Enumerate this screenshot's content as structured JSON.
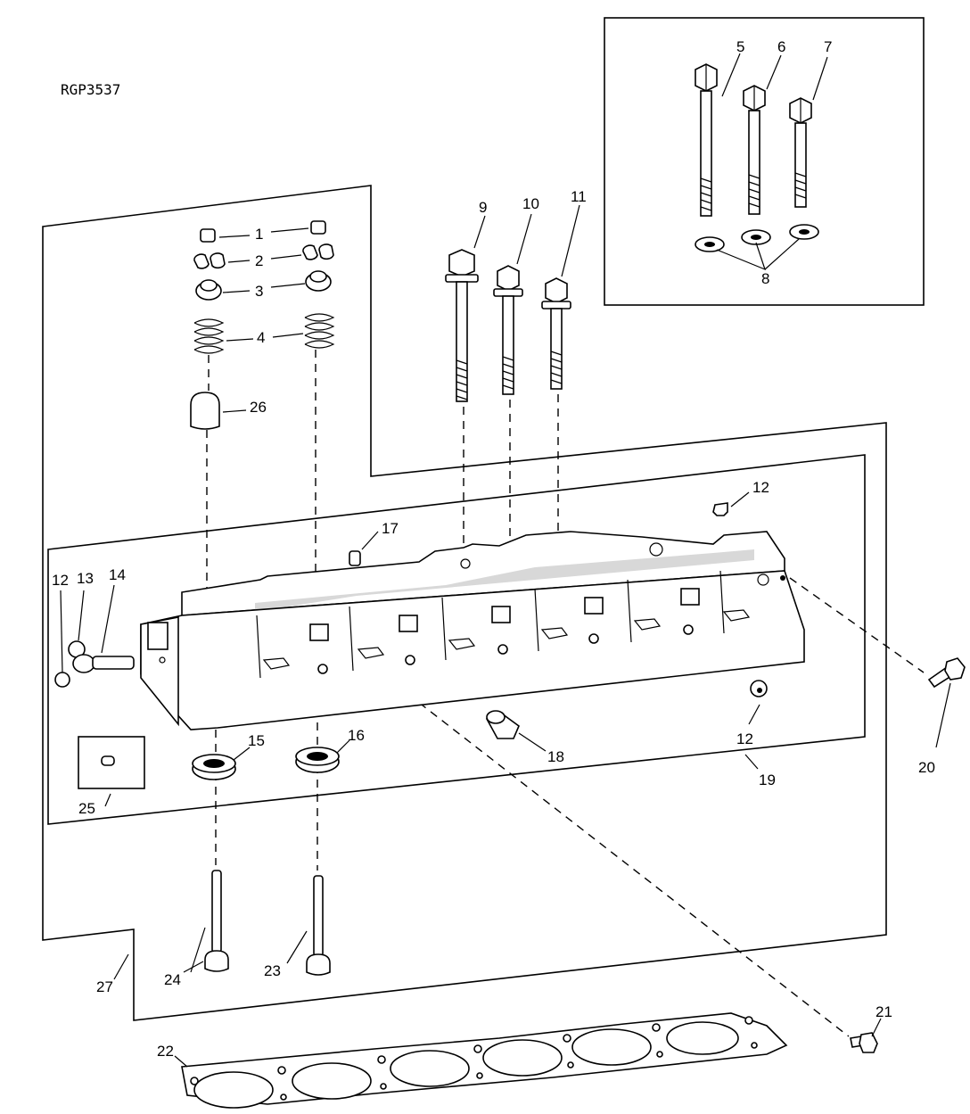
{
  "figure": {
    "code": "RGP3537",
    "callouts": {
      "c1": "1",
      "c2": "2",
      "c3": "3",
      "c4": "4",
      "c5": "5",
      "c6": "6",
      "c7": "7",
      "c8": "8",
      "c9": "9",
      "c10": "10",
      "c11": "11",
      "c12a": "12",
      "c12b": "12",
      "c12c": "12",
      "c13": "13",
      "c14": "14",
      "c15": "15",
      "c16": "16",
      "c17": "17",
      "c18": "18",
      "c19": "19",
      "c20": "20",
      "c21": "21",
      "c22": "22",
      "c23": "23",
      "c24": "24",
      "c25": "25",
      "c26": "26",
      "c27": "27"
    }
  }
}
